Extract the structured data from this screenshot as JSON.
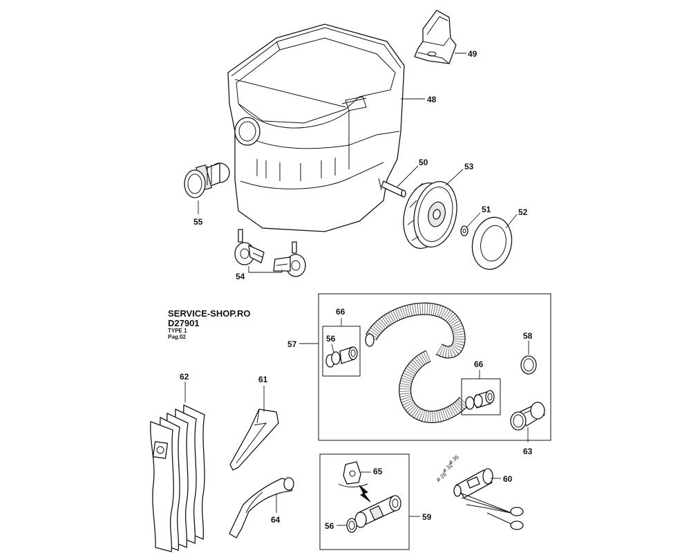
{
  "header": {
    "shop": "SERVICE-SHOP.RO",
    "model": "D27901",
    "type": "TYPE 1",
    "page": "Pag.02"
  },
  "labels": {
    "p48": "48",
    "p49": "49",
    "p50": "50",
    "p51": "51",
    "p52": "52",
    "p53": "53",
    "p54": "54",
    "p55": "55",
    "p56a": "56",
    "p56b": "56",
    "p57": "57",
    "p58": "58",
    "p59": "59",
    "p60": "60",
    "p61": "61",
    "p62": "62",
    "p63": "63",
    "p64": "64",
    "p65": "65",
    "p66a": "66",
    "p66b": "66"
  },
  "dimensions": {
    "d35": "ø 35",
    "d32": "ø 32",
    "d26": "ø 26"
  }
}
